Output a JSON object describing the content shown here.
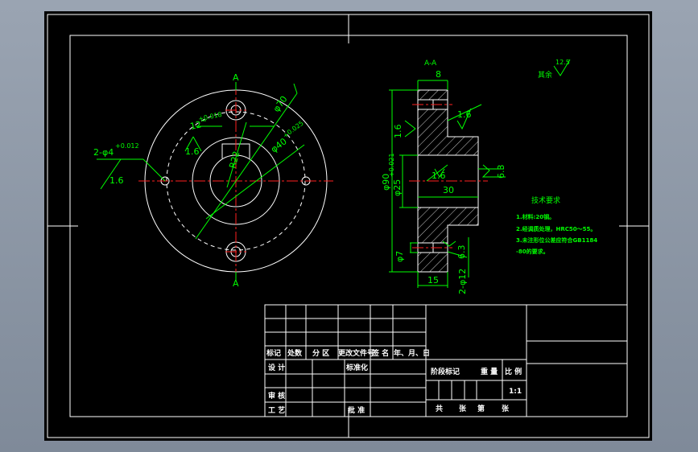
{
  "colors": {
    "background": "#000000",
    "frame": "#ffffff",
    "dimension": "#00ff00",
    "centerline": "#ff2020"
  },
  "front_view": {
    "section_label_top": "A",
    "section_label_bottom": "A",
    "dims": {
      "outer_diameter": "φ70",
      "bore": "φ40",
      "bore_tol": "+0.025",
      "keyway_width": "12",
      "keyway_tol": "+0.018",
      "keyway_depth": "R22",
      "holes": "2-φ4",
      "holes_tol": "+0.012",
      "rough_1": "1.6",
      "rough_2": "1.6"
    }
  },
  "section_view": {
    "title": "A-A",
    "dims": {
      "top_width": "8",
      "rough_top": "1.6",
      "rough_left": "1.6",
      "outer": "φ90",
      "inner": "φ25",
      "inner_tol": "+0.021",
      "rough_bore": "1.6",
      "bore_length": "30",
      "rough_right": "6.3",
      "hole": "φ7",
      "rough_bottom": "6.3",
      "bottom_width": "15",
      "holes": "2-φ12"
    }
  },
  "surface_note": {
    "label": "其余",
    "value": "12.5"
  },
  "tech_requirements": {
    "title": "技术要求",
    "items": [
      "1.材料:20钢。",
      "2.经调质处理，HRC50～55。",
      "3.未注形位公差应符合GB1184",
      "-80的要求。"
    ]
  },
  "title_block": {
    "headers": [
      "标记",
      "处数",
      "分 区",
      "更改文件号",
      "签 名",
      "年、月、日"
    ],
    "design": "设 计",
    "standard": "标准化",
    "review": "审 核",
    "process": "工 艺",
    "approve": "批 准",
    "stage_mark": "阶段标记",
    "weight": "重 量",
    "scale": "比 例",
    "scale_value": "1:1",
    "sheets_total": "共",
    "sheets_unit": "张",
    "sheet_no": "第",
    "sheet_unit2": "张"
  }
}
